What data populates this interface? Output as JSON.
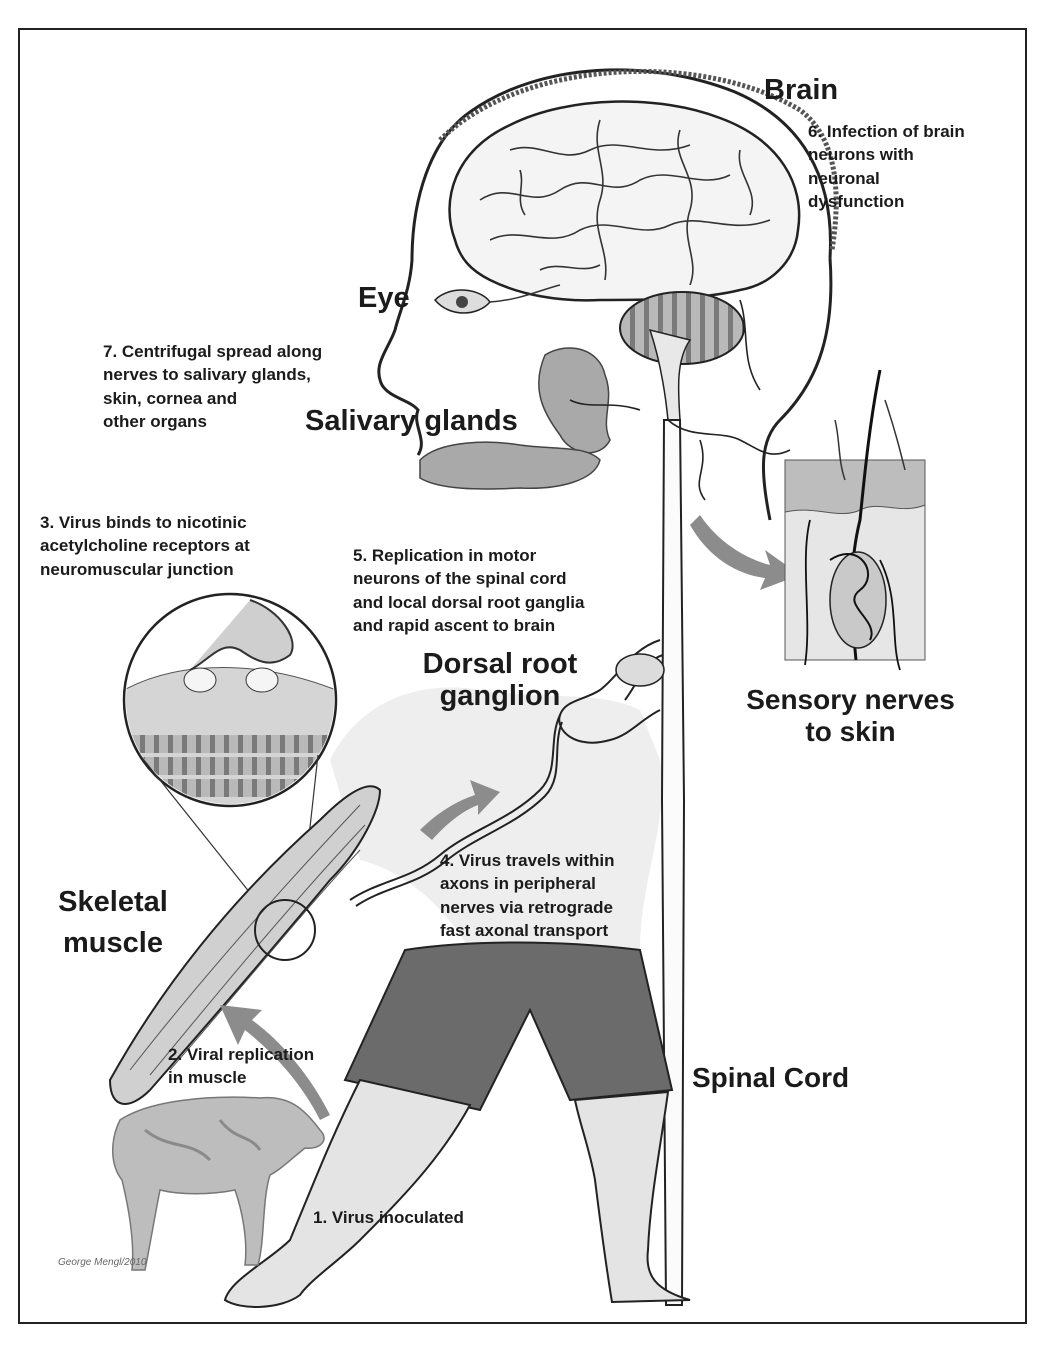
{
  "labels": {
    "brain": "Brain",
    "step6": "6. Infection of brain\nneurons with\nneuronal\ndysfunction",
    "eye": "Eye",
    "step7": "7. Centrifugal spread along\n   nerves to salivary glands,\n   skin, cornea and\n   other organs",
    "salivary_glands": "Salivary glands",
    "step3": "3. Virus binds to nicotinic\n   acetylcholine receptors at\n   neuromuscular junction",
    "step5": "5. Replication in motor\n   neurons of the spinal cord\n   and local dorsal root ganglia\n   and rapid ascent to brain",
    "dorsal_root_ganglion": "Dorsal root\nganglion",
    "sensory_nerves": "Sensory nerves\nto skin",
    "skeletal_muscle": "Skeletal\nmuscle",
    "step4": "4. Virus travels within\n   axons in peripheral\n   nerves via retrograde\n   fast axonal transport",
    "step2": "2. Viral replication\n   in muscle",
    "spinal_cord": "Spinal Cord",
    "step1": "1. Virus inoculated",
    "artist_signature": "George Mengl/2010"
  },
  "colors": {
    "line": "#222222",
    "brain_fill": "#f4f4f4",
    "gland_fill": "#a9a9a9",
    "shorts_fill": "#6b6b6b",
    "body_fill": "#eeeeee",
    "muscle_fill": "#c8c8c8",
    "arrow_fill": "#8c8c8c",
    "skin_fill": "#d9d9d9"
  }
}
